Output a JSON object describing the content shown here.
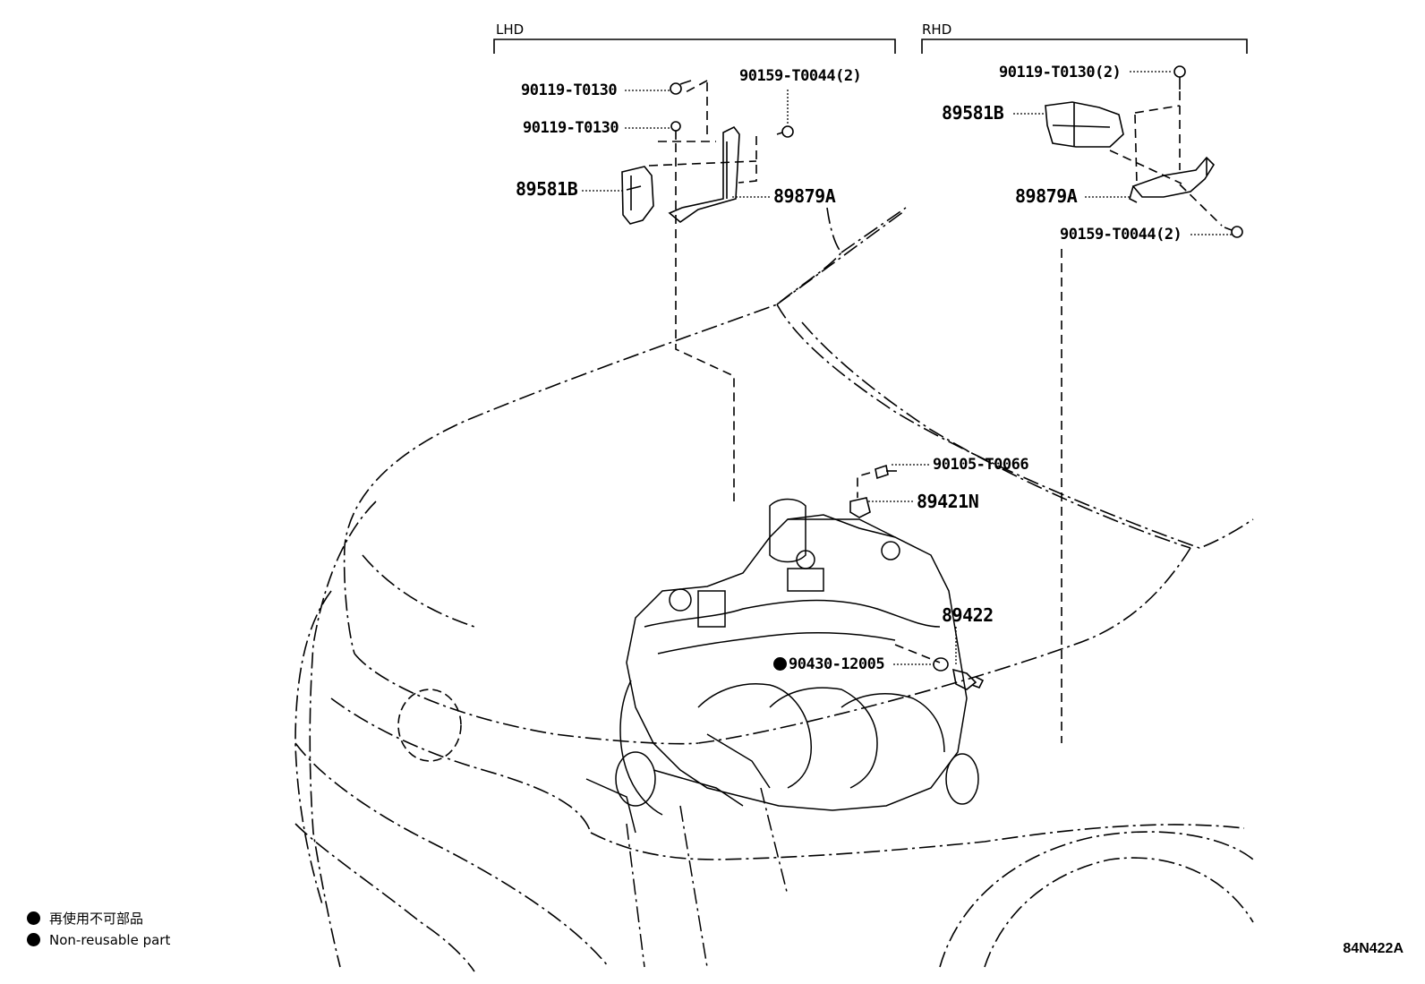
{
  "sections": {
    "lhd": "LHD",
    "rhd": "RHD"
  },
  "labels": {
    "lhd_bolt_1": "90119-T0130",
    "lhd_bolt_2": "90119-T0130",
    "lhd_nut": "90159-T0044(2)",
    "lhd_sensor": "89581B",
    "lhd_bracket": "89879A",
    "rhd_bolt": "90119-T0130(2)",
    "rhd_sensor": "89581B",
    "rhd_bracket": "89879A",
    "rhd_nut": "90159-T0044(2)",
    "engine_bolt": "90105-T0066",
    "engine_sensor_clip": "89421N",
    "knock_sensor": "89422",
    "gasket": "90430-12005"
  },
  "legend": {
    "line_1": "再使用不可部品",
    "line_2": "Non-reusable part"
  },
  "diagram_code": "84N422A"
}
